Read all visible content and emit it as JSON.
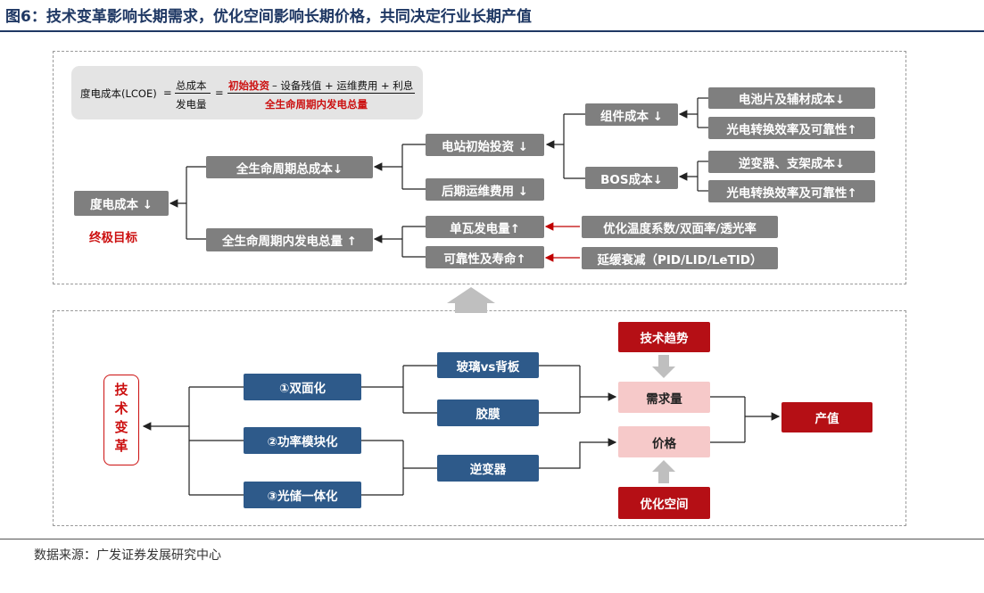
{
  "title": "图6：技术变革影响长期需求，优化空间影响长期价格，共同决定行业长期产值",
  "source": "数据来源：广发证券发展研究中心",
  "formula": {
    "lhs": "度电成本(LCOE)",
    "eq1": "=",
    "frac1_num": "总成本",
    "frac1_den": "发电量",
    "eq2": "=",
    "num_red": "初始投资",
    "num_rest": "– 设备残值 + 运维费用 + 利息",
    "den": "全生命周期内发电总量"
  },
  "upper": {
    "lcoe": "度电成本 ↓",
    "goal": "终极目标",
    "total_cost": "全生命周期总成本↓",
    "total_gen": "全生命周期内发电总量 ↑",
    "initial_invest": "电站初始投资 ↓",
    "om_cost": "后期运维费用 ↓",
    "unit_gen": "单瓦发电量↑",
    "reliability": "可靠性及寿命↑",
    "module_cost": "组件成本 ↓",
    "bos_cost": "BOS成本↓",
    "cell_cost": "电池片及辅材成本↓",
    "eff_rel_1": "光电转换效率及可靠性↑",
    "inverter_cost": "逆变器、支架成本↓",
    "eff_rel_2": "光电转换效率及可靠性↑",
    "temp_coef": "优化温度系数/双面率/透光率",
    "degradation": "延缓衰减（PID/LID/LeTID）"
  },
  "lower": {
    "tech_change": "技术变革",
    "bifacial": "①双面化",
    "power_module": "②功率模块化",
    "storage": "③光储一体化",
    "glass": "玻璃vs背板",
    "film": "胶膜",
    "inverter": "逆变器",
    "demand": "需求量",
    "price": "价格",
    "tech_trend": "技术趋势",
    "opt_space": "优化空间",
    "output_value": "产值"
  }
}
